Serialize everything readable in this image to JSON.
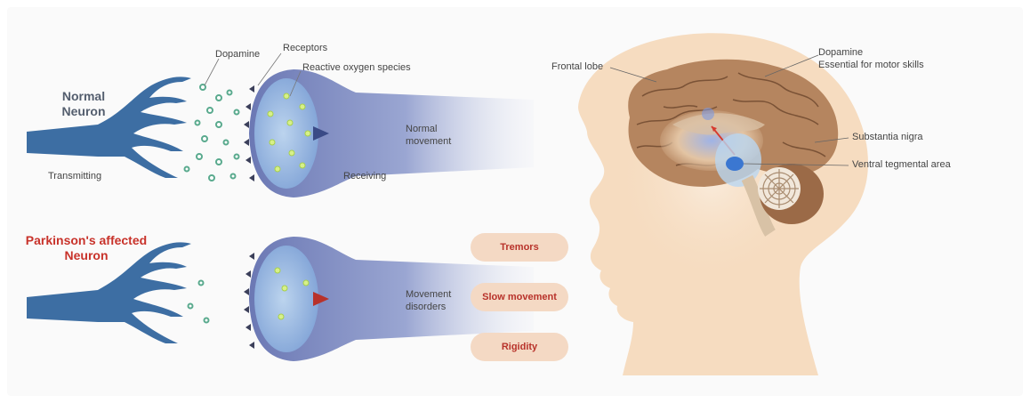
{
  "normal": {
    "title": "Normal\nNeuron",
    "transmitting": "Transmitting",
    "receiving": "Receiving",
    "dopamine": "Dopamine",
    "receptors": "Receptors",
    "ros": "Reactive oxygen species",
    "movement": "Normal\nmovement"
  },
  "affected": {
    "title": "Parkinson's affected\nNeuron",
    "movement": "Movement\ndisorders"
  },
  "symptoms": [
    "Tremors",
    "Slow movement",
    "Rigidity"
  ],
  "brain": {
    "frontal_lobe": "Frontal lobe",
    "dopamine": "Dopamine\nEssential for motor skills",
    "substantia_nigra": "Substantia nigra",
    "vta": "Ventral tegmental area"
  },
  "colors": {
    "neuron_blue": "#3d6ea3",
    "title_red": "#c8322a",
    "pill_fill": "#f4d9c4",
    "skin": "#f6dcc0",
    "brain": "#b5855f"
  }
}
